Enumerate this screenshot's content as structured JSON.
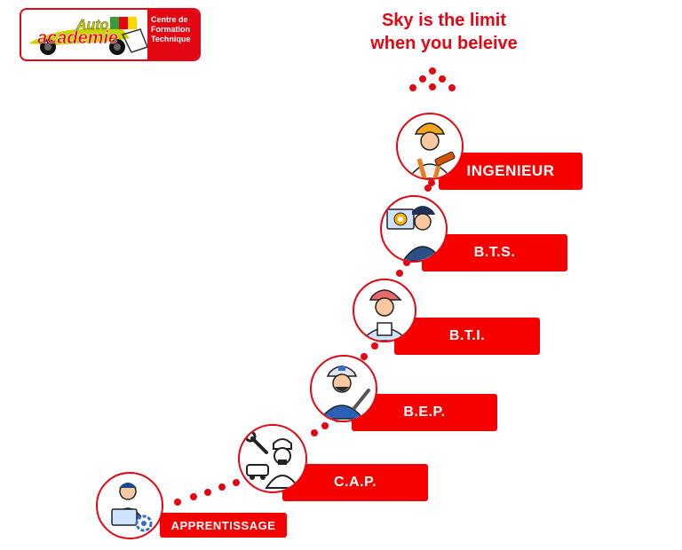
{
  "logo": {
    "name_top": "Auto",
    "name_bottom": "academie",
    "box_lines": [
      "Centre de",
      "Formation",
      "Technique"
    ]
  },
  "tagline": [
    "Sky is the limit",
    "when you beleive"
  ],
  "steps": [
    {
      "label": "APPRENTISSAGE",
      "icon": "computer-gear-worker-icon"
    },
    {
      "label": "C.A.P.",
      "icon": "wrench-mechanic-icon"
    },
    {
      "label": "B.E.P.",
      "icon": "blue-cap-mechanic-icon"
    },
    {
      "label": "B.T.I.",
      "icon": "red-cap-worker-icon"
    },
    {
      "label": "B.T.S.",
      "icon": "monitor-gear-technician-icon"
    },
    {
      "label": "INGENIEUR",
      "icon": "engineer-hardhat-icon"
    }
  ],
  "colors": {
    "accent": "#e30613",
    "bar": "#f70000"
  }
}
